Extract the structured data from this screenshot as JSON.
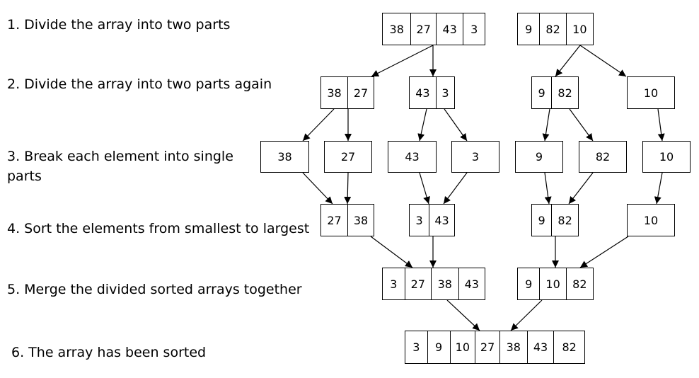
{
  "steps": [
    "1. Divide the array into two parts",
    "2. Divide the array into two parts again",
    "3. Break each element into single parts",
    "4. Sort the elements from smallest to largest",
    "5. Merge the divided sorted arrays together",
    "6. The array has been sorted"
  ],
  "rows": [
    [
      [
        "38",
        "27",
        "43",
        "3"
      ],
      [
        "9",
        "82",
        "10"
      ]
    ],
    [
      [
        "38",
        "27"
      ],
      [
        "43",
        "3"
      ],
      [
        "9",
        "82"
      ],
      [
        "10"
      ]
    ],
    [
      [
        "38"
      ],
      [
        "27"
      ],
      [
        "43"
      ],
      [
        "3"
      ],
      [
        "9"
      ],
      [
        "82"
      ],
      [
        "10"
      ]
    ],
    [
      [
        "27",
        "38"
      ],
      [
        "3",
        "43"
      ],
      [
        "9",
        "82"
      ],
      [
        "10"
      ]
    ],
    [
      [
        "3",
        "27",
        "38",
        "43"
      ],
      [
        "9",
        "10",
        "82"
      ]
    ],
    [
      [
        "3",
        "9",
        "10",
        "27",
        "38",
        "43",
        "82"
      ]
    ]
  ]
}
